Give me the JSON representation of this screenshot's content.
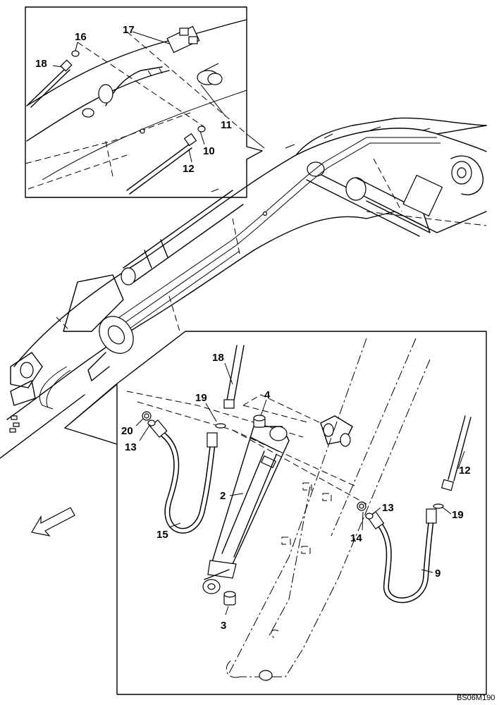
{
  "diagram": {
    "callouts": {
      "c16": "16",
      "c17": "17",
      "c18a": "18",
      "c11": "11",
      "c10": "10",
      "c12a": "12",
      "c18b": "18",
      "c4": "4",
      "c19a": "19",
      "c20": "20",
      "c13a": "13",
      "c2": "2",
      "c15": "15",
      "c12b": "12",
      "c13b": "13",
      "c19b": "19",
      "c14": "14",
      "c9": "9",
      "c3": "3"
    },
    "drawing_code": "BS06M190",
    "direction_arrow": "front-direction-arrow"
  }
}
